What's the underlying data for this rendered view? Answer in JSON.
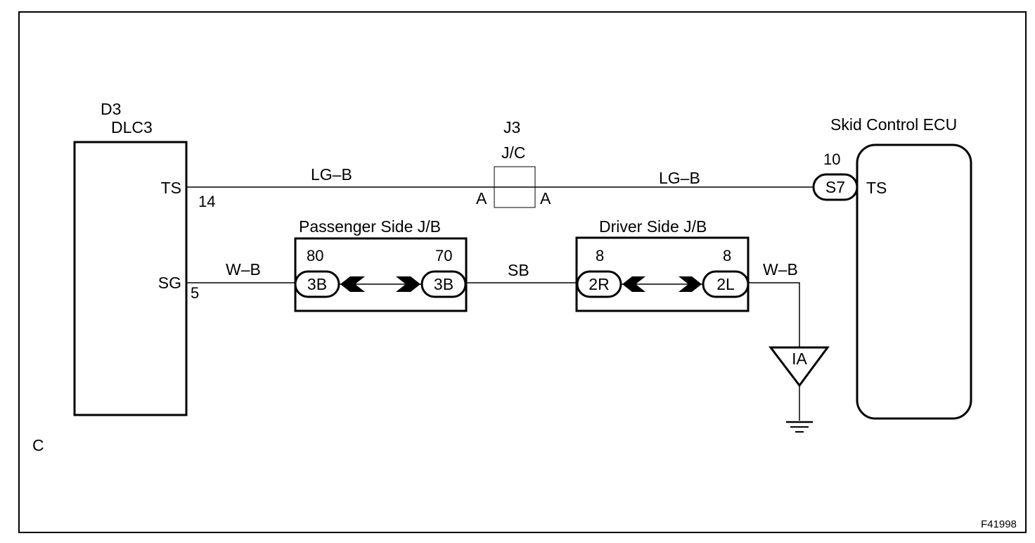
{
  "dlc3": {
    "code": "D3",
    "name": "DLC3",
    "pins": [
      {
        "label": "TS",
        "number": "14"
      },
      {
        "label": "SG",
        "number": "5"
      }
    ]
  },
  "junction_connector": {
    "code": "J3",
    "name": "J/C",
    "left_terminal": "A",
    "right_terminal": "A"
  },
  "passenger_jb": {
    "title": "Passenger Side J/B",
    "left_connector": {
      "pin": "80",
      "code": "3B"
    },
    "right_connector": {
      "pin": "70",
      "code": "3B"
    }
  },
  "driver_jb": {
    "title": "Driver Side J/B",
    "left_connector": {
      "pin": "8",
      "code": "2R"
    },
    "right_connector": {
      "pin": "8",
      "code": "2L"
    }
  },
  "ecu": {
    "title": "Skid Control ECU",
    "connector_pin": "10",
    "connector_code": "S7",
    "terminal": "TS"
  },
  "wires": {
    "ts_left": "LG–B",
    "ts_right": "LG–B",
    "sg_left": "W–B",
    "middle": "SB",
    "ground_wire": "W–B"
  },
  "ground_point": "IA",
  "corner_label": "C",
  "figure_id": "F41998"
}
